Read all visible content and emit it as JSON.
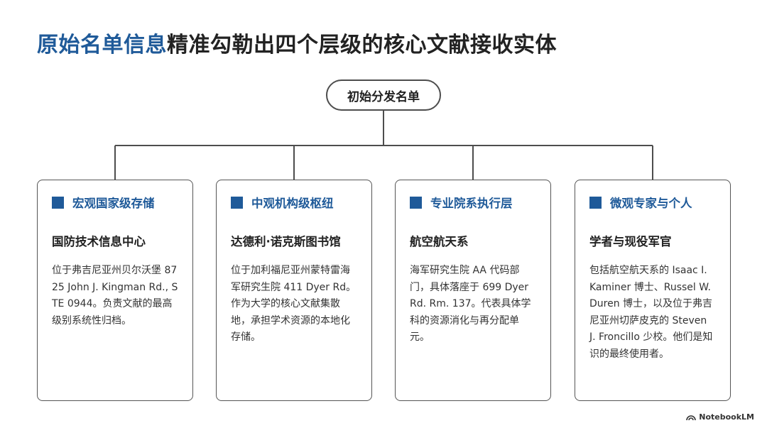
{
  "title": {
    "highlight": "原始名单信息",
    "rest": "精准勾勒出四个层级的核心文献接收实体"
  },
  "root": {
    "label": "初始分发名单"
  },
  "cards": [
    {
      "level": "宏观国家级存储",
      "entity": "国防技术信息中心",
      "description": "位于弗吉尼亚州贝尔沃堡 8725 John J. Kingman Rd., STE 0944。负责文献的最高级别系统性归档。"
    },
    {
      "level": "中观机构级枢纽",
      "entity": "达德利·诺克斯图书馆",
      "description": "位于加利福尼亚州蒙特雷海军研究生院 411 Dyer Rd。作为大学的核心文献集散地，承担学术资源的本地化存储。"
    },
    {
      "level": "专业院系执行层",
      "entity": "航空航天系",
      "description": "海军研究生院 AA 代码部门，具体落座于 699 Dyer Rd. Rm. 137。代表具体学科的资源消化与再分配单元。"
    },
    {
      "level": "微观专家与个人",
      "entity": "学者与现役军官",
      "description": "包括航空航天系的 Isaac I. Kaminer 博士、Russel W. Duren 博士，以及位于弗吉尼亚州切萨皮克的 Steven J. Froncillo 少校。他们是知识的最终使用者。"
    }
  ],
  "footer": {
    "brand": "NotebookLM"
  },
  "colors": {
    "accent": "#1f5a99",
    "line": "#4d4d4d",
    "text": "#222222"
  },
  "icons": {
    "footer": "notebooklm-logo-icon"
  }
}
